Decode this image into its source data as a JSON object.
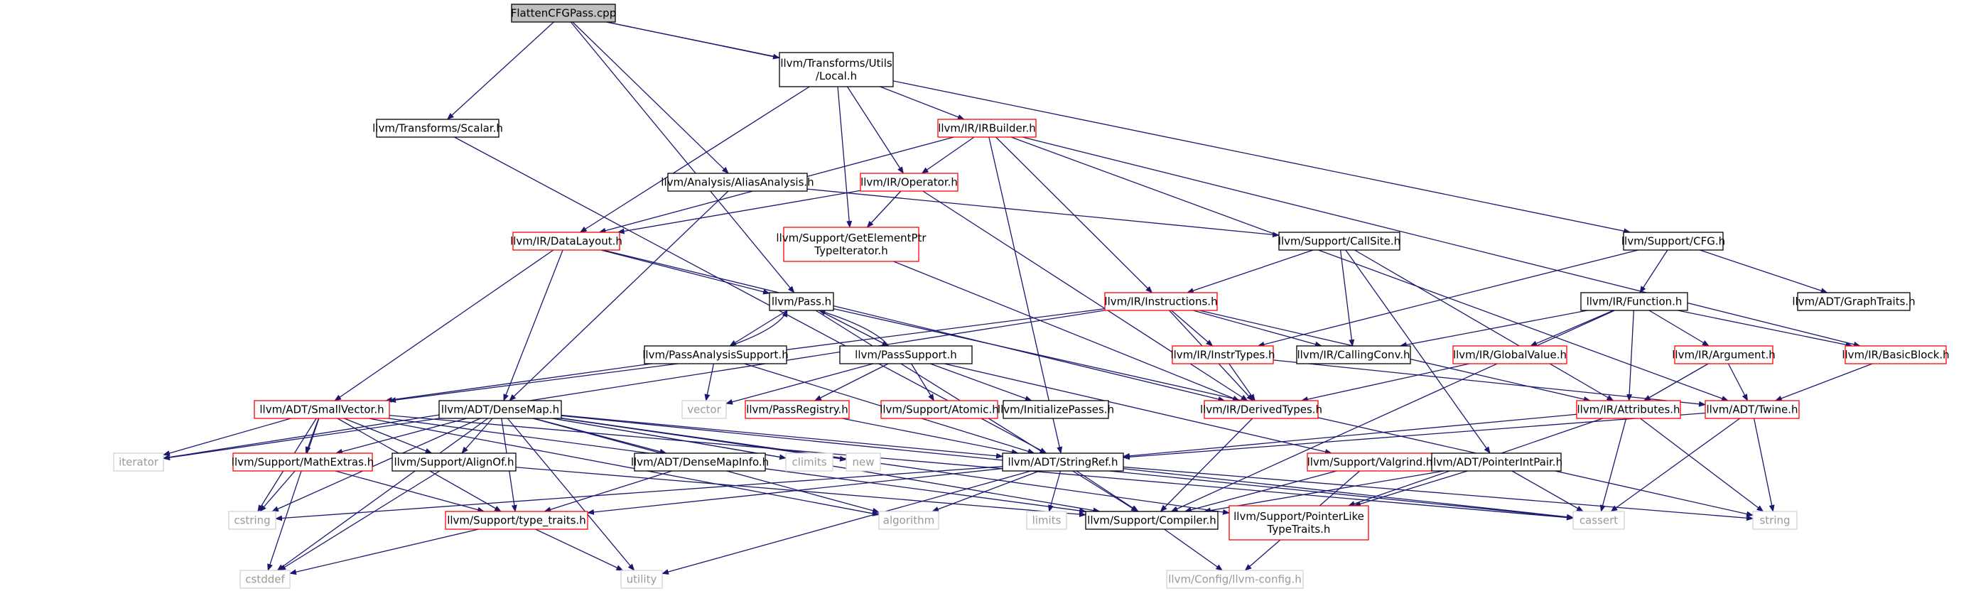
{
  "nodes": [
    {
      "id": "root",
      "lines": [
        "FlattenCFGPass.cpp"
      ],
      "kind": "root"
    },
    {
      "id": "scalar",
      "lines": [
        "llvm/Transforms/Scalar.h"
      ],
      "kind": "black"
    },
    {
      "id": "local",
      "lines": [
        "llvm/Transforms/Utils",
        "/Local.h"
      ],
      "kind": "black"
    },
    {
      "id": "irbuilder",
      "lines": [
        "llvm/IR/IRBuilder.h"
      ],
      "kind": "red"
    },
    {
      "id": "aliasanalysis",
      "lines": [
        "llvm/Analysis/AliasAnalysis.h"
      ],
      "kind": "black"
    },
    {
      "id": "operator",
      "lines": [
        "llvm/IR/Operator.h"
      ],
      "kind": "red"
    },
    {
      "id": "datalayout",
      "lines": [
        "llvm/IR/DataLayout.h"
      ],
      "kind": "red"
    },
    {
      "id": "getelementptr",
      "lines": [
        "llvm/Support/GetElementPtr",
        "TypeIterator.h"
      ],
      "kind": "red"
    },
    {
      "id": "callsite",
      "lines": [
        "llvm/Support/CallSite.h"
      ],
      "kind": "black"
    },
    {
      "id": "cfg",
      "lines": [
        "llvm/Support/CFG.h"
      ],
      "kind": "black"
    },
    {
      "id": "pass",
      "lines": [
        "llvm/Pass.h"
      ],
      "kind": "black"
    },
    {
      "id": "instructions",
      "lines": [
        "llvm/IR/Instructions.h"
      ],
      "kind": "red"
    },
    {
      "id": "function",
      "lines": [
        "llvm/IR/Function.h"
      ],
      "kind": "black"
    },
    {
      "id": "graphtraits",
      "lines": [
        "llvm/ADT/GraphTraits.h"
      ],
      "kind": "black"
    },
    {
      "id": "passanalysis",
      "lines": [
        "llvm/PassAnalysisSupport.h"
      ],
      "kind": "black"
    },
    {
      "id": "passsupport",
      "lines": [
        "llvm/PassSupport.h"
      ],
      "kind": "black"
    },
    {
      "id": "instrtypes",
      "lines": [
        "llvm/IR/InstrTypes.h"
      ],
      "kind": "red"
    },
    {
      "id": "callingconv",
      "lines": [
        "llvm/IR/CallingConv.h"
      ],
      "kind": "black"
    },
    {
      "id": "globalvalue",
      "lines": [
        "llvm/IR/GlobalValue.h"
      ],
      "kind": "red"
    },
    {
      "id": "argument",
      "lines": [
        "llvm/IR/Argument.h"
      ],
      "kind": "red"
    },
    {
      "id": "basicblock",
      "lines": [
        "llvm/IR/BasicBlock.h"
      ],
      "kind": "red"
    },
    {
      "id": "smallvector",
      "lines": [
        "llvm/ADT/SmallVector.h"
      ],
      "kind": "red"
    },
    {
      "id": "densemap",
      "lines": [
        "llvm/ADT/DenseMap.h"
      ],
      "kind": "black"
    },
    {
      "id": "vector",
      "lines": [
        "vector"
      ],
      "kind": "gray"
    },
    {
      "id": "passregistry",
      "lines": [
        "llvm/PassRegistry.h"
      ],
      "kind": "red"
    },
    {
      "id": "atomic",
      "lines": [
        "llvm/Support/Atomic.h"
      ],
      "kind": "red"
    },
    {
      "id": "initializepasses",
      "lines": [
        "llvm/InitializePasses.h"
      ],
      "kind": "black"
    },
    {
      "id": "derivedtypes",
      "lines": [
        "llvm/IR/DerivedTypes.h"
      ],
      "kind": "red"
    },
    {
      "id": "attributes",
      "lines": [
        "llvm/IR/Attributes.h"
      ],
      "kind": "red"
    },
    {
      "id": "twine",
      "lines": [
        "llvm/ADT/Twine.h"
      ],
      "kind": "red"
    },
    {
      "id": "iterator",
      "lines": [
        "iterator"
      ],
      "kind": "gray"
    },
    {
      "id": "mathextras",
      "lines": [
        "llvm/Support/MathExtras.h"
      ],
      "kind": "red"
    },
    {
      "id": "alignof",
      "lines": [
        "llvm/Support/AlignOf.h"
      ],
      "kind": "black"
    },
    {
      "id": "densemapinfo",
      "lines": [
        "llvm/ADT/DenseMapInfo.h"
      ],
      "kind": "black"
    },
    {
      "id": "climits",
      "lines": [
        "climits"
      ],
      "kind": "gray"
    },
    {
      "id": "new",
      "lines": [
        "new"
      ],
      "kind": "gray"
    },
    {
      "id": "stringref",
      "lines": [
        "llvm/ADT/StringRef.h"
      ],
      "kind": "black"
    },
    {
      "id": "valgrind",
      "lines": [
        "llvm/Support/Valgrind.h"
      ],
      "kind": "red"
    },
    {
      "id": "pointerintpair",
      "lines": [
        "llvm/ADT/PointerIntPair.h"
      ],
      "kind": "black"
    },
    {
      "id": "cstring",
      "lines": [
        "cstring"
      ],
      "kind": "gray"
    },
    {
      "id": "typetraits",
      "lines": [
        "llvm/Support/type_traits.h"
      ],
      "kind": "red"
    },
    {
      "id": "algorithm",
      "lines": [
        "algorithm"
      ],
      "kind": "gray"
    },
    {
      "id": "limits",
      "lines": [
        "limits"
      ],
      "kind": "gray"
    },
    {
      "id": "compiler",
      "lines": [
        "llvm/Support/Compiler.h"
      ],
      "kind": "black"
    },
    {
      "id": "pointerlike",
      "lines": [
        "llvm/Support/PointerLike",
        "TypeTraits.h"
      ],
      "kind": "red"
    },
    {
      "id": "cassert",
      "lines": [
        "cassert"
      ],
      "kind": "gray"
    },
    {
      "id": "string",
      "lines": [
        "string"
      ],
      "kind": "gray"
    },
    {
      "id": "cstddef",
      "lines": [
        "cstddef"
      ],
      "kind": "gray"
    },
    {
      "id": "utility",
      "lines": [
        "utility"
      ],
      "kind": "gray"
    },
    {
      "id": "llvmconfig",
      "lines": [
        "llvm/Config/llvm-config.h"
      ],
      "kind": "gray"
    }
  ],
  "edges": [
    [
      "root",
      "scalar"
    ],
    [
      "root",
      "local"
    ],
    [
      "root",
      "aliasanalysis"
    ],
    [
      "root",
      "pass"
    ],
    [
      "root",
      "cfg"
    ],
    [
      "scalar",
      "stringref"
    ],
    [
      "local",
      "irbuilder"
    ],
    [
      "local",
      "operator"
    ],
    [
      "local",
      "getelementptr"
    ],
    [
      "local",
      "datalayout"
    ],
    [
      "irbuilder",
      "operator"
    ],
    [
      "irbuilder",
      "datalayout"
    ],
    [
      "irbuilder",
      "instructions"
    ],
    [
      "irbuilder",
      "basicblock"
    ],
    [
      "irbuilder",
      "twine"
    ],
    [
      "irbuilder",
      "stringref"
    ],
    [
      "aliasanalysis",
      "callsite"
    ],
    [
      "aliasanalysis",
      "densemap"
    ],
    [
      "operator",
      "datalayout"
    ],
    [
      "operator",
      "getelementptr"
    ],
    [
      "operator",
      "derivedtypes"
    ],
    [
      "datalayout",
      "pass"
    ],
    [
      "datalayout",
      "smallvector"
    ],
    [
      "datalayout",
      "densemap"
    ],
    [
      "datalayout",
      "derivedtypes"
    ],
    [
      "getelementptr",
      "derivedtypes"
    ],
    [
      "callsite",
      "instructions"
    ],
    [
      "callsite",
      "callingconv"
    ],
    [
      "callsite",
      "attributes"
    ],
    [
      "callsite",
      "pointerintpair"
    ],
    [
      "cfg",
      "function"
    ],
    [
      "cfg",
      "graphtraits"
    ],
    [
      "cfg",
      "instrtypes"
    ],
    [
      "pass",
      "passanalysis"
    ],
    [
      "pass",
      "passsupport"
    ],
    [
      "pass",
      "string"
    ],
    [
      "pass",
      "compiler"
    ],
    [
      "passanalysis",
      "pass"
    ],
    [
      "passanalysis",
      "smallvector"
    ],
    [
      "passanalysis",
      "vector"
    ],
    [
      "passanalysis",
      "stringref"
    ],
    [
      "passsupport",
      "pass"
    ],
    [
      "passsupport",
      "passregistry"
    ],
    [
      "passsupport",
      "atomic"
    ],
    [
      "passsupport",
      "initializepasses"
    ],
    [
      "passsupport",
      "valgrind"
    ],
    [
      "passsupport",
      "vector"
    ],
    [
      "instructions",
      "instrtypes"
    ],
    [
      "instructions",
      "callingconv"
    ],
    [
      "instructions",
      "attributes"
    ],
    [
      "instructions",
      "derivedtypes"
    ],
    [
      "instructions",
      "smallvector"
    ],
    [
      "instructions",
      "iterator"
    ],
    [
      "function",
      "callingconv"
    ],
    [
      "function",
      "globalvalue"
    ],
    [
      "function",
      "argument"
    ],
    [
      "function",
      "basicblock"
    ],
    [
      "function",
      "attributes"
    ],
    [
      "function",
      "compiler"
    ],
    [
      "instrtypes",
      "derivedtypes"
    ],
    [
      "instrtypes",
      "twine"
    ],
    [
      "globalvalue",
      "derivedtypes"
    ],
    [
      "argument",
      "attributes"
    ],
    [
      "argument",
      "twine"
    ],
    [
      "basicblock",
      "twine"
    ],
    [
      "smallvector",
      "iterator"
    ],
    [
      "smallvector",
      "mathextras"
    ],
    [
      "smallvector",
      "alignof"
    ],
    [
      "smallvector",
      "typetraits"
    ],
    [
      "smallvector",
      "cstring"
    ],
    [
      "smallvector",
      "cstddef"
    ],
    [
      "smallvector",
      "algorithm"
    ],
    [
      "smallvector",
      "compiler"
    ],
    [
      "smallvector",
      "cassert"
    ],
    [
      "densemap",
      "iterator"
    ],
    [
      "densemap",
      "mathextras"
    ],
    [
      "densemap",
      "alignof"
    ],
    [
      "densemap",
      "densemapinfo"
    ],
    [
      "densemap",
      "climits"
    ],
    [
      "densemap",
      "new"
    ],
    [
      "densemap",
      "stringref"
    ],
    [
      "densemap",
      "typetraits"
    ],
    [
      "densemap",
      "utility"
    ],
    [
      "densemap",
      "cstddef"
    ],
    [
      "densemap",
      "algorithm"
    ],
    [
      "densemap",
      "pointerlike"
    ],
    [
      "densemap",
      "cassert"
    ],
    [
      "densemap",
      "compiler"
    ],
    [
      "densemap",
      "cstring"
    ],
    [
      "passregistry",
      "stringref"
    ],
    [
      "derivedtypes",
      "compiler"
    ],
    [
      "attributes",
      "stringref"
    ],
    [
      "attributes",
      "cassert"
    ],
    [
      "attributes",
      "string"
    ],
    [
      "attributes",
      "pointerlike"
    ],
    [
      "twine",
      "stringref"
    ],
    [
      "twine",
      "cassert"
    ],
    [
      "twine",
      "string"
    ],
    [
      "mathextras",
      "typetraits"
    ],
    [
      "mathextras",
      "cstring"
    ],
    [
      "alignof",
      "cstddef"
    ],
    [
      "alignof",
      "compiler"
    ],
    [
      "densemapinfo",
      "typetraits"
    ],
    [
      "stringref",
      "typetraits"
    ],
    [
      "stringref",
      "algorithm"
    ],
    [
      "stringref",
      "limits"
    ],
    [
      "stringref",
      "compiler"
    ],
    [
      "stringref",
      "cstring"
    ],
    [
      "stringref",
      "string"
    ],
    [
      "stringref",
      "utility"
    ],
    [
      "stringref",
      "cassert"
    ],
    [
      "valgrind",
      "compiler"
    ],
    [
      "valgrind",
      "llvmconfig"
    ],
    [
      "pointerintpair",
      "pointerlike"
    ],
    [
      "pointerintpair",
      "cassert"
    ],
    [
      "pointerintpair",
      "compiler"
    ],
    [
      "typetraits",
      "utility"
    ],
    [
      "typetraits",
      "cstddef"
    ],
    [
      "compiler",
      "llvmconfig"
    ]
  ]
}
